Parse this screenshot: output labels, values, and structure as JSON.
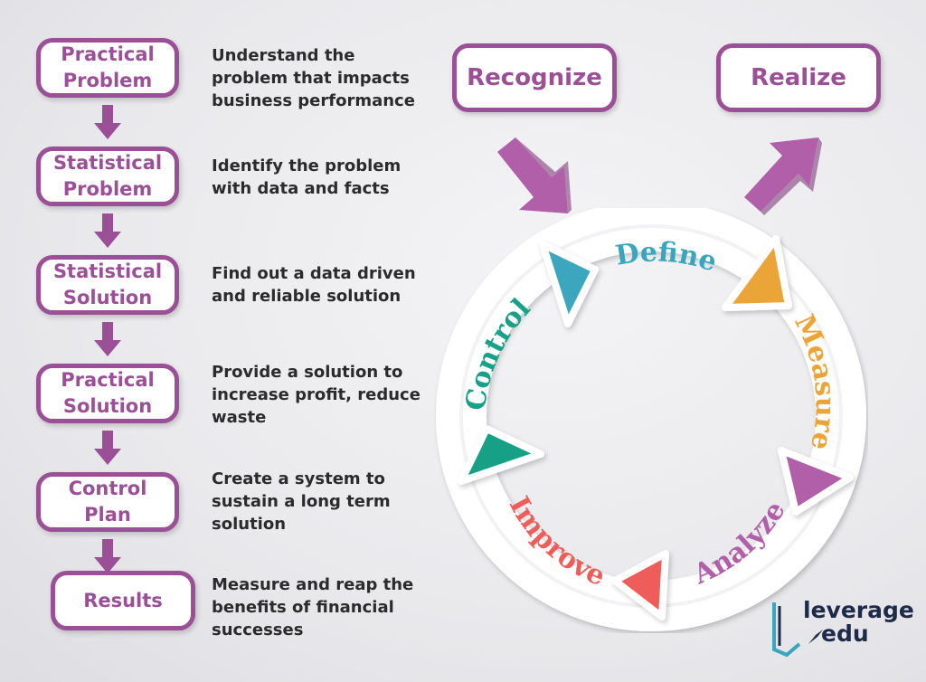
{
  "steps": [
    {
      "title_line1": "Practical",
      "title_line2": "Problem",
      "description": [
        "Understand the",
        "problem that impacts",
        "business performance"
      ]
    },
    {
      "title_line1": "Statistical",
      "title_line2": "Problem",
      "description": [
        "Identify the problem",
        "with data and facts"
      ]
    },
    {
      "title_line1": "Statistical",
      "title_line2": "Solution",
      "description": [
        "Find out a data driven",
        "and reliable solution"
      ]
    },
    {
      "title_line1": "Practical",
      "title_line2": "Solution",
      "description": [
        "Provide a solution to",
        "increase profit, reduce",
        "waste"
      ]
    },
    {
      "title_line1": "Control",
      "title_line2": "Plan",
      "description": [
        "Create a system to",
        "sustain a long term",
        "solution"
      ]
    },
    {
      "title_line1": "Results",
      "title_line2": "",
      "description": [
        "Measure and reap the",
        "benefits of financial",
        "successes"
      ]
    }
  ],
  "phases": {
    "left": "Recognize",
    "right": "Realize"
  },
  "cycle": {
    "stages": [
      {
        "label": "Define",
        "color": "#3aa6bd"
      },
      {
        "label": "Measure",
        "color": "#eba437"
      },
      {
        "label": "Analyze",
        "color": "#b25fa9"
      },
      {
        "label": "Improve",
        "color": "#ef5d5a"
      },
      {
        "label": "Control",
        "color": "#17a187"
      }
    ]
  },
  "colors": {
    "accent": "#9b4f97",
    "text": "#2b2b2b"
  },
  "brand": {
    "line1": "leverage",
    "line2": "edu"
  }
}
